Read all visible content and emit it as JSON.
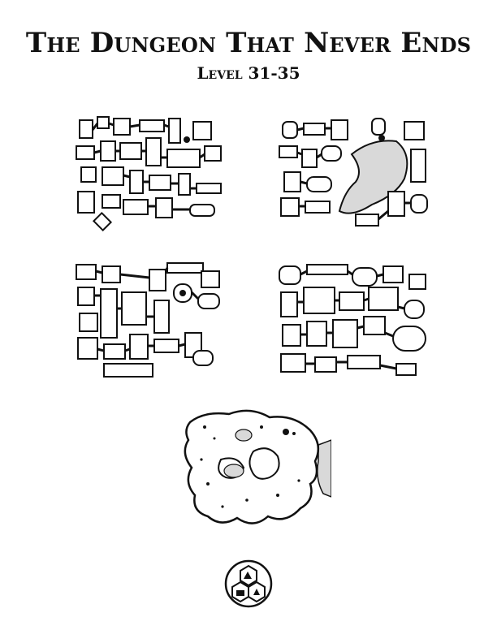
{
  "page": {
    "title": "The Dungeon That Never Ends",
    "subtitle": "Level 31-35"
  },
  "maps": [
    {
      "kind": "dungeon-grid",
      "panel": "top-left"
    },
    {
      "kind": "dungeon-cavern",
      "panel": "top-right"
    },
    {
      "kind": "dungeon-grid",
      "panel": "middle-left"
    },
    {
      "kind": "dungeon-grid",
      "panel": "middle-right"
    },
    {
      "kind": "cave",
      "panel": "bottom-center"
    }
  ],
  "colors": {
    "ink": "#111111",
    "floor": "#ffffff",
    "cavern_fill": "#d9d9d9"
  },
  "logo": {
    "icon": "hexagon-cluster-logo-icon"
  }
}
